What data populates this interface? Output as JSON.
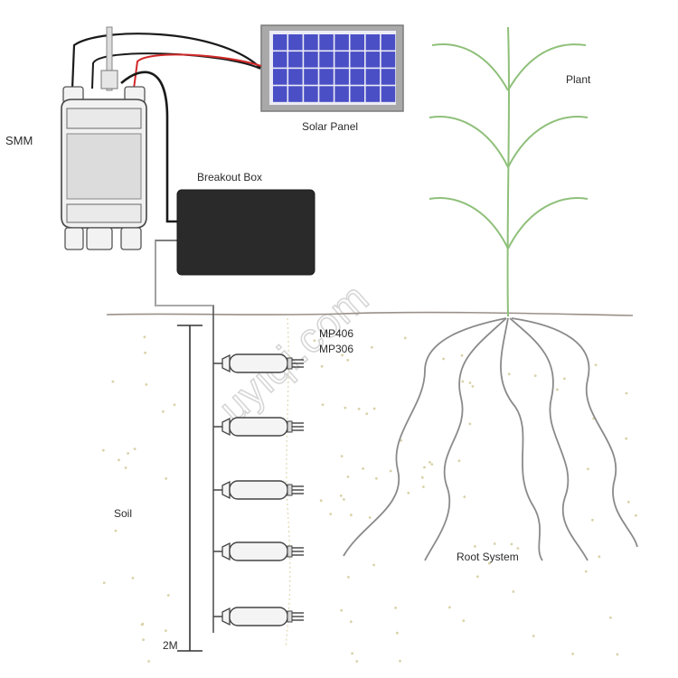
{
  "labels": {
    "smm": "SMM",
    "solar_panel": "Solar Panel",
    "breakout_box": "Breakout Box",
    "plant": "Plant",
    "sensor_line1": "MP406",
    "sensor_line2": "MP306",
    "soil": "Soil",
    "root_system": "Root System",
    "depth": "2M"
  },
  "watermark": "uyiqi.com",
  "sensors": {
    "count": 5
  },
  "colors": {
    "background": "#ffffff",
    "solar_cell": "#4a4fc6",
    "solar_frame": "#8b8b8b",
    "breakout_box": "#2a2a2a",
    "plant": "#8fc07a",
    "ground": "#9a9088",
    "roots": "#8a8a8a",
    "wire_black": "#1a1a1a",
    "wire_red": "#d12a2a",
    "soil_dots": "#d9d2a8"
  },
  "icons": {
    "logger": "smm-device-icon",
    "panel": "solar-panel-icon",
    "probe": "soil-moisture-probe-icon"
  }
}
